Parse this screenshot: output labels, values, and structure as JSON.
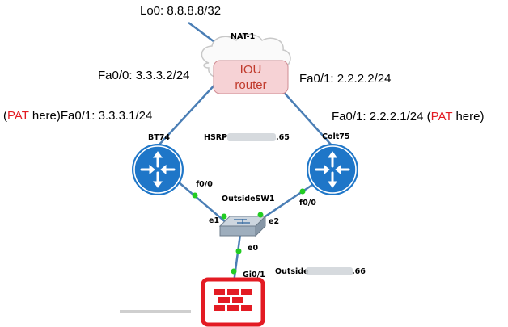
{
  "labels": {
    "lo0": "Lo0: 8.8.8.8/32",
    "nat_name": "NAT-1",
    "iou_line1": "IOU",
    "iou_line2": "router",
    "fa00_nat": "Fa0/0: 3.3.3.2/24",
    "fa01_nat": "Fa0/1: 2.2.2.2/24",
    "left_paren_open": "(",
    "pat_word": "PAT",
    "here_close": " here)",
    "fa01_bt74": "Fa0/1: 3.3.3.1/24",
    "fa01_colt75": "Fa0/1: 2.2.2.1/24 ",
    "right_paren_open": "(",
    "hsrp": "HSRP",
    "hsrp_suffix": ".65",
    "bt74": "BT74",
    "colt75": "Colt75",
    "f00_left": "f0/0",
    "f00_right": "f0/0",
    "switch_name": "OutsideSW1",
    "e1": "e1",
    "e2": "e2",
    "e0": "e0",
    "gi01": "Gi0/1",
    "outside": "Outside",
    "outside_suffix": ".66"
  },
  "colors": {
    "link": "#4a7eb5",
    "router_fill": "#1e76c8",
    "port_dot": "#22cc22",
    "pat_red": "#e31b23",
    "iou_box": "#f6d2d5",
    "firewall_red": "#e31b23"
  },
  "icons": {
    "routers": "router-icon",
    "switch": "switch-icon",
    "cloud": "cloud-icon",
    "firewall": "firewall-icon"
  }
}
